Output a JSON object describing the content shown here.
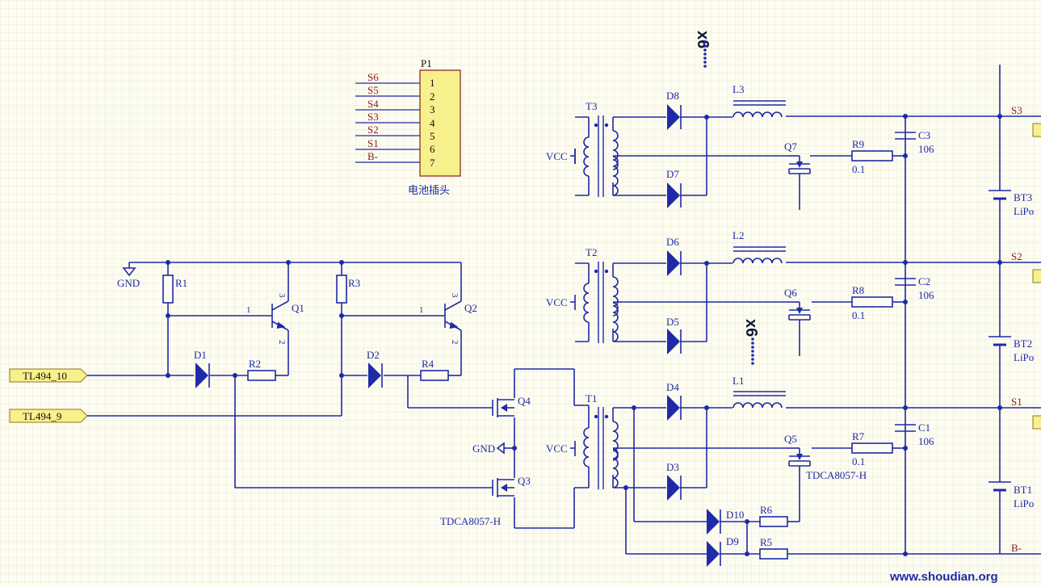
{
  "connector": {
    "designator": "P1",
    "caption": "电池插头",
    "pins": [
      {
        "number": "1",
        "net": "S6"
      },
      {
        "number": "2",
        "net": "S5"
      },
      {
        "number": "3",
        "net": "S4"
      },
      {
        "number": "4",
        "net": "S3"
      },
      {
        "number": "5",
        "net": "S2"
      },
      {
        "number": "6",
        "net": "S1"
      },
      {
        "number": "7",
        "net": "B-"
      }
    ]
  },
  "ports": {
    "tl494_10": "TL494_10",
    "tl494_9": "TL494_9"
  },
  "power": {
    "gnd": "GND",
    "vcc": "VCC"
  },
  "repeat_markers": {
    "top": "x6",
    "middle": "x6"
  },
  "resistors": {
    "r1": "R1",
    "r2": "R2",
    "r3": "R3",
    "r4": "R4",
    "r5": "R5",
    "r6": "R6",
    "r7": "R7",
    "r8": "R8",
    "r9": "R9",
    "shunt_value": "0.1"
  },
  "transistors": {
    "q1": "Q1",
    "q2": "Q2",
    "q3": "Q3",
    "q4": "Q4",
    "q5": "Q5",
    "q6": "Q6",
    "q7": "Q7"
  },
  "bjt_pins": {
    "base": "1",
    "collector": "3",
    "emitter": "2"
  },
  "mosfet_part": "TDCA8057-H",
  "diodes": {
    "d1": "D1",
    "d2": "D2",
    "d3": "D3",
    "d4": "D4",
    "d5": "D5",
    "d6": "D6",
    "d7": "D7",
    "d8": "D8",
    "d9": "D9",
    "d10": "D10"
  },
  "transformers": {
    "t1": "T1",
    "t2": "T2",
    "t3": "T3"
  },
  "inductors": {
    "l1": "L1",
    "l2": "L2",
    "l3": "L3"
  },
  "capacitors": {
    "c1": "C1",
    "c2": "C2",
    "c3": "C3",
    "value": "106"
  },
  "batteries": {
    "bt1": "BT1",
    "bt2": "BT2",
    "bt3": "BT3",
    "type": "LiPo"
  },
  "nets": {
    "s1": "S1",
    "s2": "S2",
    "s3": "S3",
    "bminus": "B-"
  },
  "watermark": "www.shoudian.org",
  "colors": {
    "wire": "#1f2aa8",
    "background": "#fdfcf1",
    "grid": "#ece8d3",
    "net_label": "#8a1c14",
    "port_fill": "#f7f08c"
  }
}
